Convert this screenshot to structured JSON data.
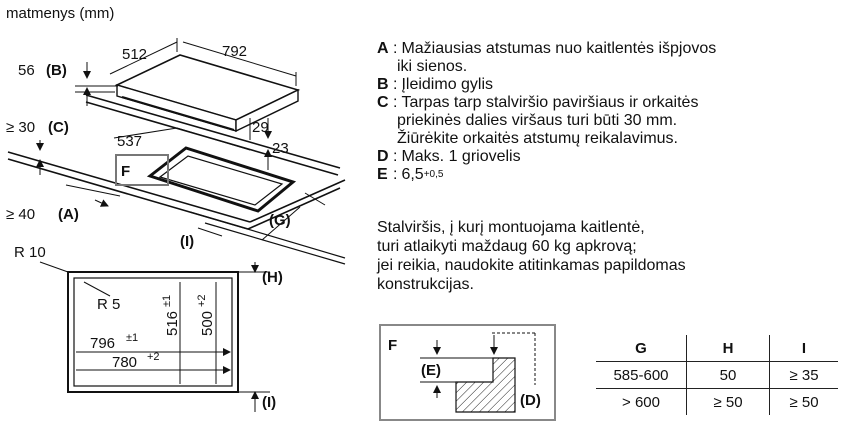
{
  "units_label": "matmenys (mm)",
  "dims": {
    "w512": "512",
    "w792": "792",
    "b56": "56",
    "b_tag": "(B)",
    "c30": "≥ 30",
    "c_tag": "(C)",
    "d537": "537",
    "d29": "29",
    "d23": "23",
    "a40": "≥ 40",
    "a_tag": "(A)",
    "g_tag": "(G)",
    "i_tag": "(I)",
    "f_tag": "F",
    "r10": "R 10",
    "h_tag": "(H)",
    "r5": "R 5",
    "d796": "796",
    "d796_tol": "±1",
    "d780": "780",
    "d780_tol": "+2",
    "d516": "516",
    "d516_tol": "±1",
    "d500": "500",
    "d500_tol": "+2",
    "i_tag_bottom": "(I)",
    "detail_f": "F",
    "detail_e": "(E)",
    "detail_d": "(D)"
  },
  "legend": [
    {
      "key": "A",
      "text": "Mažiausias atstumas nuo kaitlentės išpjovos"
    },
    {
      "key": "",
      "text": "iki sienos."
    },
    {
      "key": "B",
      "text": "Įleidimo gylis"
    },
    {
      "key": "C",
      "text": "Tarpas tarp stalviršio paviršiaus ir orkaitės"
    },
    {
      "key": "",
      "text": "priekinės dalies viršaus turi būti 30 mm."
    },
    {
      "key": "",
      "text": "Žiūrėkite orkaitės atstumų reikalavimus."
    },
    {
      "key": "D",
      "text": "Maks. 1 griovelis"
    },
    {
      "key": "E",
      "text": "6,5"
    }
  ],
  "legend_e_sup": "+0,5",
  "note_lines": [
    "Stalviršis, į kurį montuojama kaitlentė,",
    "turi atlaikyti maždaug 60 kg apkrovą;",
    "jei reikia, naudokite atitinkamas papildomas",
    "konstrukcijas."
  ],
  "table": {
    "headers": [
      "G",
      "H",
      "I"
    ],
    "rows": [
      [
        "585-600",
        "50",
        "≥ 35"
      ],
      [
        "> 600",
        "≥ 50",
        "≥ 50"
      ]
    ]
  }
}
